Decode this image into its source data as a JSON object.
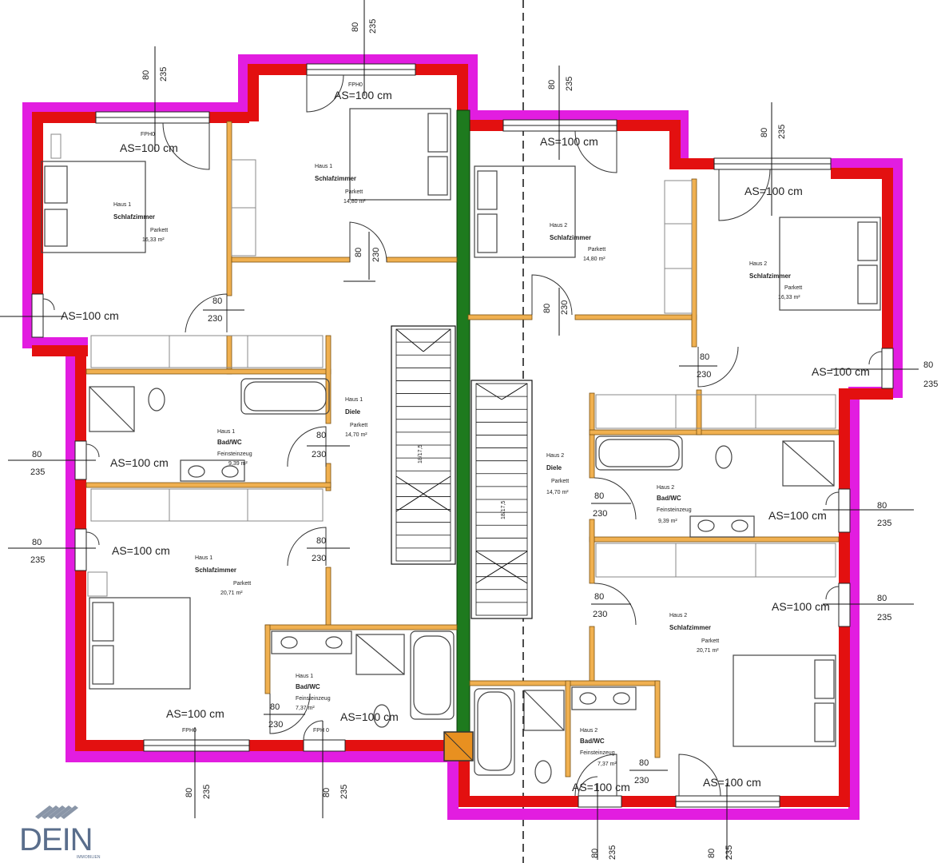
{
  "logo": {
    "text": "DEIN",
    "sub": "IMMOBILIEN"
  },
  "labels": {
    "as_cm": "AS=100 cm",
    "fph0": "FPH0",
    "fph0_alt": "FPH 0",
    "d80": "80",
    "d230": "230",
    "d235": "235",
    "stair1": "18/17,5",
    "stair2": "18/17,5"
  },
  "rooms": {
    "h1_schlaf_nw": {
      "house": "Haus 1",
      "name": "Schlafzimmer",
      "floor": "Parkett",
      "area": "16,33 m²"
    },
    "h1_schlaf_n": {
      "house": "Haus 1",
      "name": "Schlafzimmer",
      "floor": "Parkett",
      "area": "14,80 m²"
    },
    "h2_schlaf_n": {
      "house": "Haus 2",
      "name": "Schlafzimmer",
      "floor": "Parkett",
      "area": "14,80 m²"
    },
    "h2_schlaf_ne": {
      "house": "Haus 2",
      "name": "Schlafzimmer",
      "floor": "Parkett",
      "area": "16,33 m²"
    },
    "h1_diele": {
      "house": "Haus 1",
      "name": "Diele",
      "floor": "Parkett",
      "area": "14,70 m²"
    },
    "h1_bad": {
      "house": "Haus 1",
      "name": "Bad/WC",
      "floor": "Feinsteinzeug",
      "area": "9,39 m²"
    },
    "h2_diele": {
      "house": "Haus 2",
      "name": "Diele",
      "floor": "Parkett",
      "area": "14,70 m²"
    },
    "h2_bad": {
      "house": "Haus 2",
      "name": "Bad/WC",
      "floor": "Feinsteinzeug",
      "area": "9,39 m²"
    },
    "h1_schlaf_sw": {
      "house": "Haus 1",
      "name": "Schlafzimmer",
      "floor": "Parkett",
      "area": "20,71 m²"
    },
    "h1_bad_s": {
      "house": "Haus 1",
      "name": "Bad/WC",
      "floor": "Feinsteinzeug",
      "area": "7,37 m²"
    },
    "h2_schlaf_se": {
      "house": "Haus 2",
      "name": "Schlafzimmer",
      "floor": "Parkett",
      "area": "20,71 m²"
    },
    "h2_bad_s": {
      "house": "Haus 2",
      "name": "Bad/WC",
      "floor": "Feinsteinzeug",
      "area": "7,37 m²"
    }
  },
  "colors": {
    "outer_wall": "#e31010",
    "insulation": "#e21de0",
    "inner_wall": "#f0b050",
    "party_wall": "#1e7a1e"
  }
}
